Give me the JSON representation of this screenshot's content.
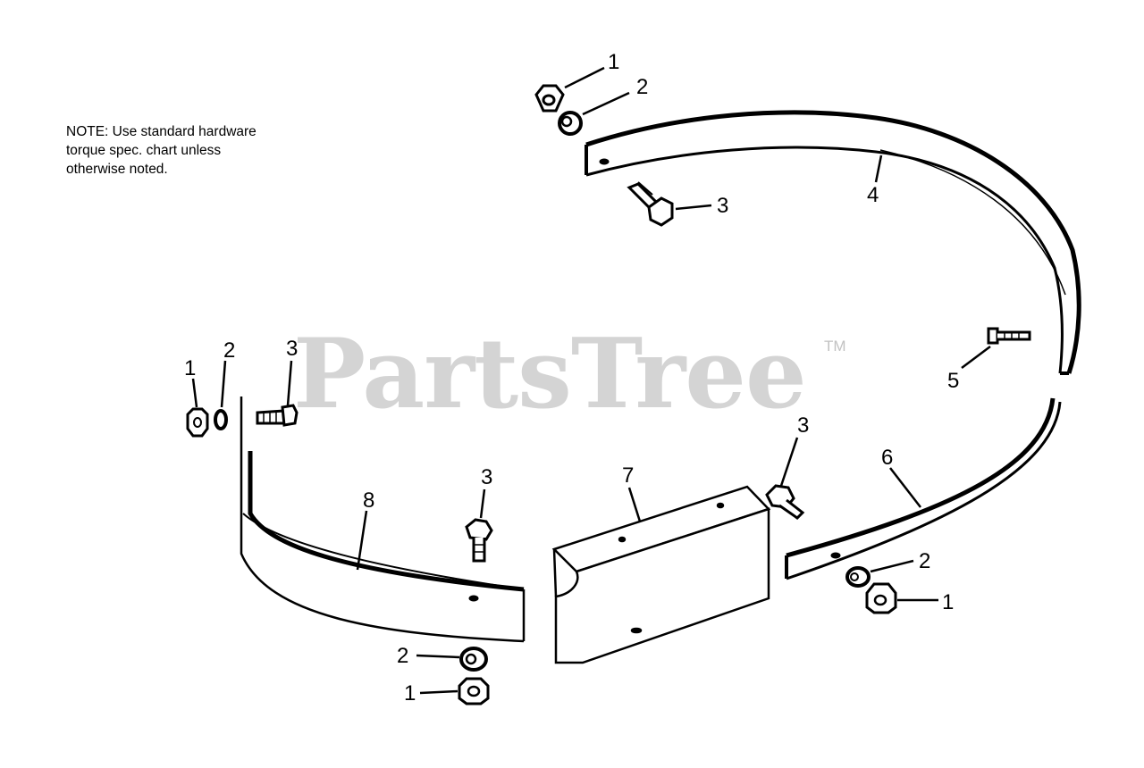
{
  "note": {
    "line1": "NOTE: Use standard hardware",
    "line2": "torque spec. chart unless",
    "line3": "otherwise noted."
  },
  "watermark": {
    "text": "PartsTree",
    "tm": "TM"
  },
  "callouts": {
    "c1a": "1",
    "c2a": "2",
    "c3a": "3",
    "c4": "4",
    "c5": "5",
    "c1b": "1",
    "c2b": "2",
    "c3b": "3",
    "c8": "8",
    "c3c": "3",
    "c7": "7",
    "c3d": "3",
    "c6": "6",
    "c2c": "2",
    "c1c": "1",
    "c2d": "2",
    "c1d": "1"
  }
}
